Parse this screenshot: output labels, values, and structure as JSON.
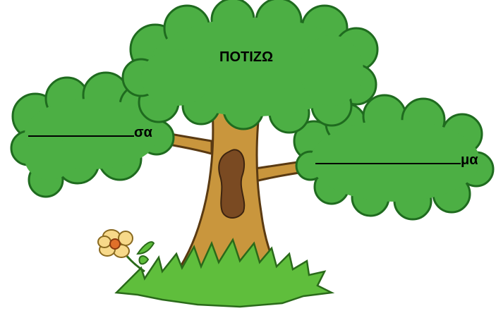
{
  "title_word": "ΠΟΤΙΖΩ",
  "left_suffix": "σα",
  "right_suffix": "μα",
  "colors": {
    "foliage": "#4caf44",
    "foliage_outline": "#1f6b1f",
    "trunk": "#c9963d",
    "trunk_outline": "#5a3a12",
    "hollow": "#7a4a22",
    "grass": "#5fbe3c",
    "flower_petal": "#f7d98a",
    "flower_center": "#e0702a"
  }
}
